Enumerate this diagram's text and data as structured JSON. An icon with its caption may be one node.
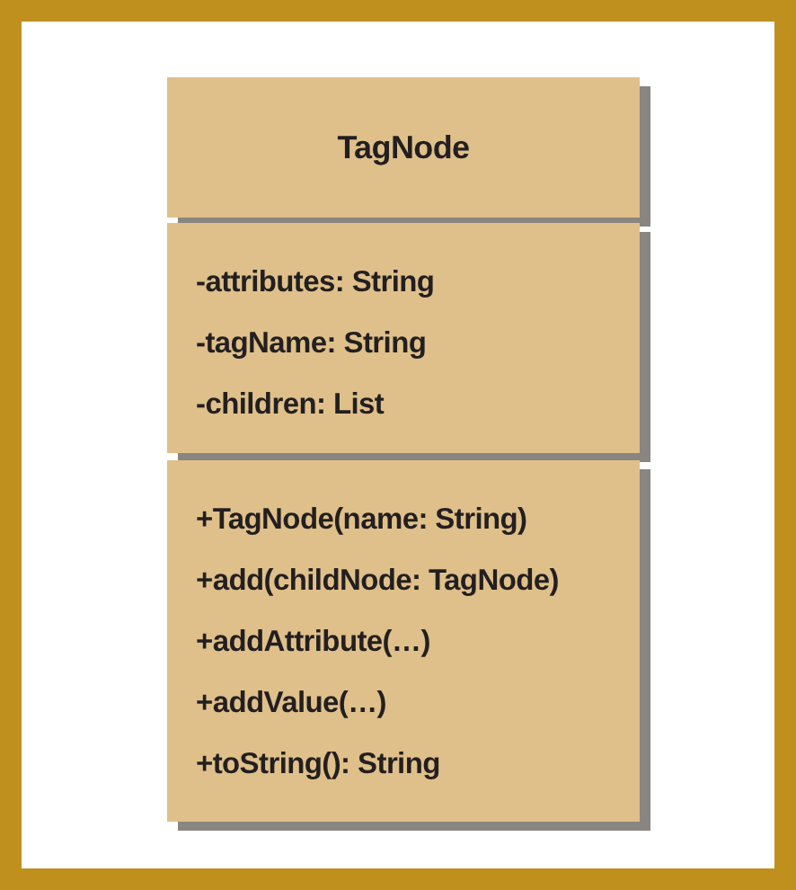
{
  "diagram": {
    "nodes": [
      {
        "text": [
          "TagNode"
        ]
      },
      {
        "text": [
          "-attributes: String",
          "-tagName: String",
          "-children: List"
        ]
      },
      {
        "text": [
          "+TagNode(name: String)",
          "+add(childNode: TagNode)",
          "+addAttribute(…)",
          "+addValue(…)",
          "+toString(): String"
        ]
      }
    ]
  }
}
